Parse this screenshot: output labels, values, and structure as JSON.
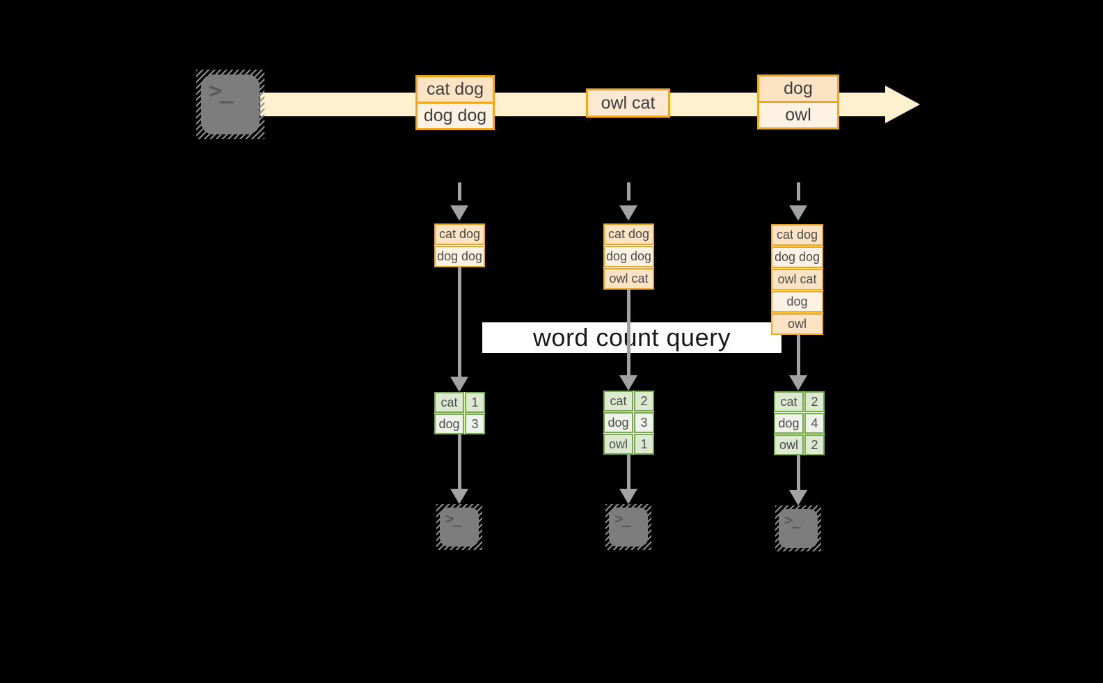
{
  "diagram": {
    "query_label": "word count query",
    "prompt_glyph": ">_",
    "colors": {
      "background": "#000000",
      "stream_band": "#FDF1CF",
      "batch_border": "#F0A71C",
      "batch_fill_dark": "#FBE3C4",
      "batch_fill_light": "#FDF2E3",
      "table_border": "#76AD46",
      "table_fill_dark": "#DDE9D1",
      "table_fill_light": "#EEF4E9",
      "arrow_gray": "#A2A2A2",
      "terminal_gray": "#7D7D7D",
      "banner_bg": "#FFFFFF"
    },
    "stream_batches": [
      {
        "lines": [
          "cat dog",
          "dog dog"
        ]
      },
      {
        "lines": [
          "owl cat"
        ]
      },
      {
        "lines": [
          "dog",
          "owl"
        ]
      }
    ],
    "columns": [
      {
        "state_lines": [
          "cat dog",
          "dog dog"
        ],
        "counts": [
          {
            "word": "cat",
            "value": "1"
          },
          {
            "word": "dog",
            "value": "3"
          }
        ]
      },
      {
        "state_lines": [
          "cat dog",
          "dog dog",
          "owl cat"
        ],
        "counts": [
          {
            "word": "cat",
            "value": "2"
          },
          {
            "word": "dog",
            "value": "3"
          },
          {
            "word": "owl",
            "value": "1"
          }
        ]
      },
      {
        "state_lines": [
          "cat dog",
          "dog dog",
          "owl cat",
          "dog",
          "owl"
        ],
        "counts": [
          {
            "word": "cat",
            "value": "2"
          },
          {
            "word": "dog",
            "value": "4"
          },
          {
            "word": "owl",
            "value": "2"
          }
        ]
      }
    ]
  }
}
